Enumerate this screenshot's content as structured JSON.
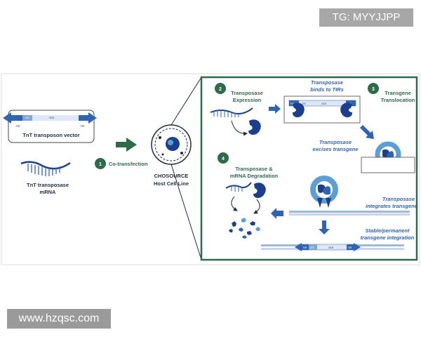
{
  "watermarks": {
    "top_right": "TG: MYYJJPP",
    "bottom_left": "www.hzqsc.com"
  },
  "colors": {
    "dark_green": "#2e6b4a",
    "navy": "#1b3f8c",
    "mid_blue": "#2f64b0",
    "light_blue": "#5b9fd4",
    "vector_fill": "#dde7f6",
    "frame_gray": "#bbbbbb"
  },
  "vector": {
    "label": "TnT transposon vector",
    "tir_left": "TIR",
    "gs": "GS",
    "goi": "GOI",
    "tir_right": "TIR"
  },
  "mrna": {
    "label_line1": "TnT transposase",
    "label_line2": "mRNA"
  },
  "step1": {
    "number": "1",
    "label": "Co-transfection"
  },
  "host": {
    "line1": "CHOSOURCE",
    "line2": "Host Cell Line"
  },
  "step2": {
    "number": "2",
    "line1": "Transposase",
    "line2": "Expression"
  },
  "step3": {
    "number": "3",
    "line1": "Transgene",
    "line2": "Translocation"
  },
  "step4": {
    "number": "4",
    "line1": "Transposase &",
    "line2": "mRNA Degradation"
  },
  "binding": {
    "line1": "Transposase",
    "line2": "binds to TIRs",
    "tir_left": "TIR",
    "gs": "GS",
    "goi": "GOI",
    "tir_right": "TIR"
  },
  "excise": {
    "line1": "Transposase",
    "line2": "excises transgene"
  },
  "integrate": {
    "line1": "Transposase",
    "line2": "integrates transgene"
  },
  "stable": {
    "line1": "Stable/permanent",
    "line2": "transgene integration",
    "tir_left": "TIR",
    "gs": "GS",
    "goi": "GOI",
    "tir_right": "TIR"
  }
}
